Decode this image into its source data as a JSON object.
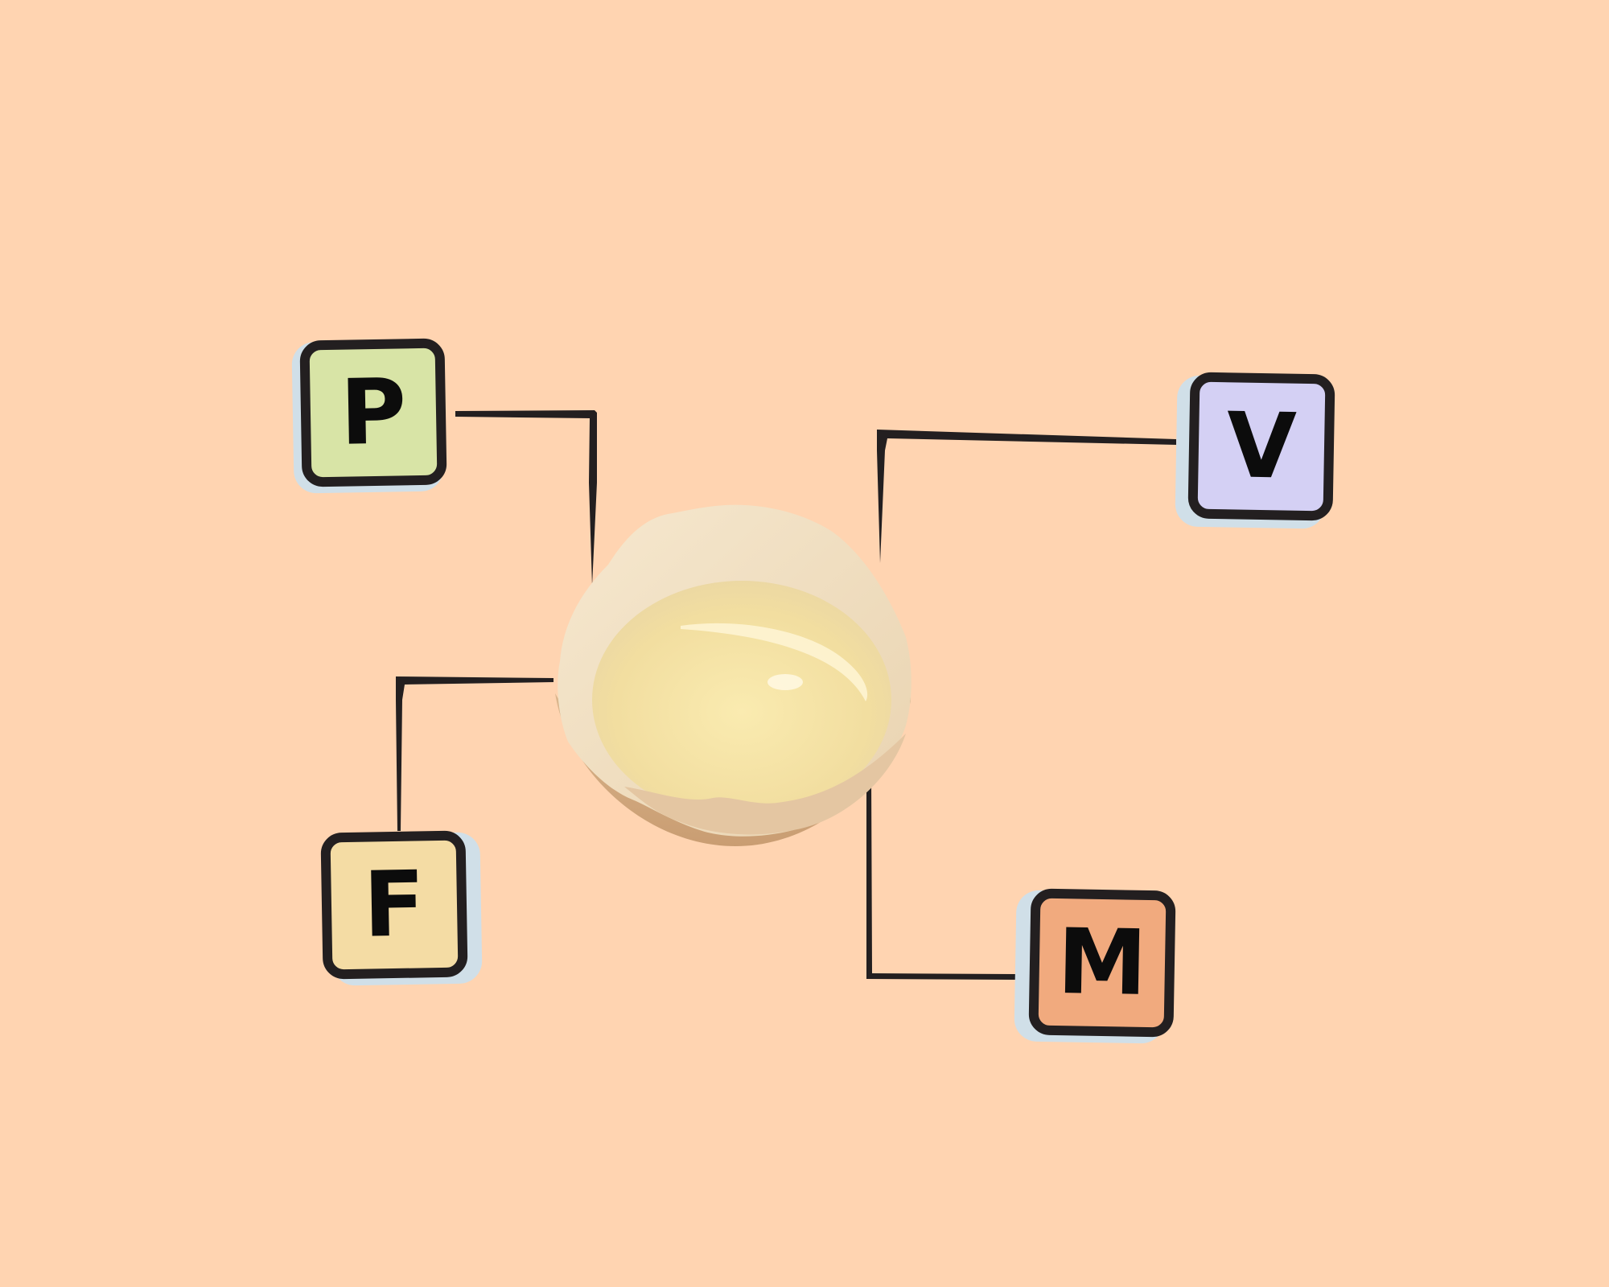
{
  "diagram": {
    "background_color": "#FFD4B1",
    "center": {
      "label": "egg-white-in-cracked-shell",
      "shell_color": "#F3E3C8",
      "outer_shell_color": "#D9B48C",
      "liquid_color": "#F6E4A8"
    },
    "nodes": [
      {
        "id": "p",
        "letter": "P",
        "color": "#D8E4A6",
        "position": "top-left"
      },
      {
        "id": "v",
        "letter": "V",
        "color": "#D4D0F4",
        "position": "top-right"
      },
      {
        "id": "f",
        "letter": "F",
        "color": "#F4DCA4",
        "position": "bottom-left"
      },
      {
        "id": "m",
        "letter": "M",
        "color": "#F1AA7E",
        "position": "bottom-right"
      }
    ],
    "edges": [
      {
        "from": "p",
        "to": "center"
      },
      {
        "from": "v",
        "to": "center"
      },
      {
        "from": "f",
        "to": "center"
      },
      {
        "from": "m",
        "to": "center"
      }
    ],
    "line_color": "#231F20",
    "shadow_color": "#D0DFE8"
  }
}
